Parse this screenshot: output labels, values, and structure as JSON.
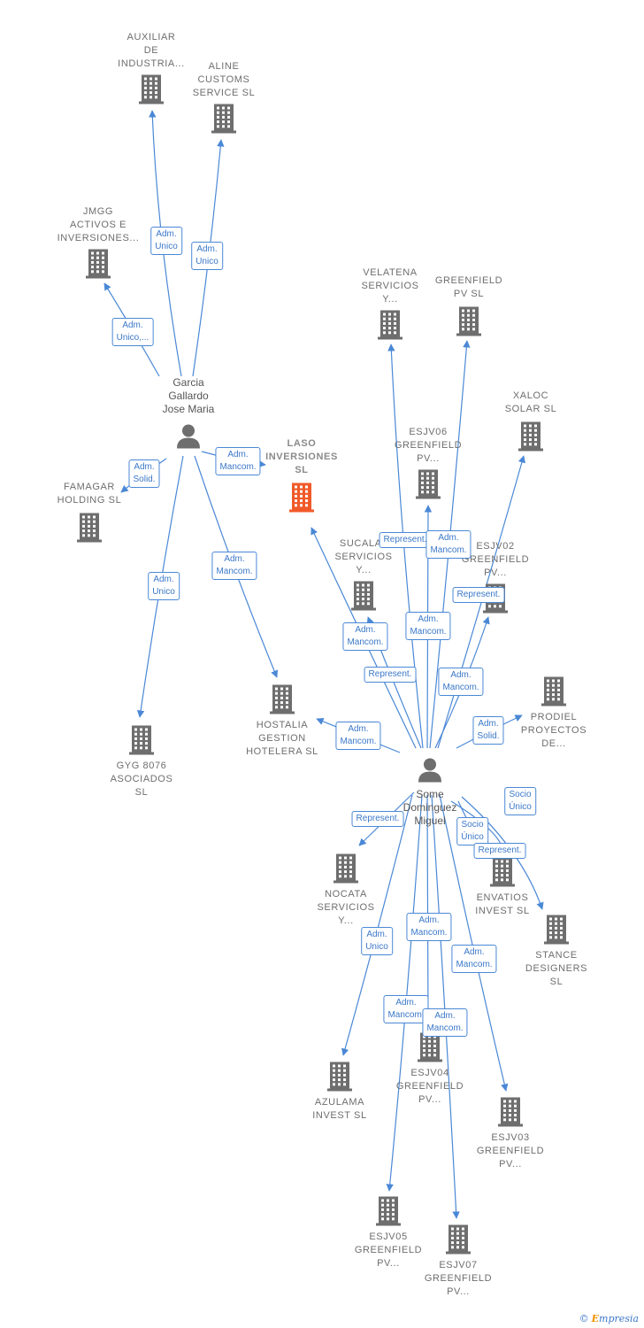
{
  "colors": {
    "edge": "#4a88d6",
    "building": "#6e6e6e",
    "focus_building": "#f05a28",
    "person": "#6e6e6e",
    "badge_text": "#3b78c8"
  },
  "persons": [
    {
      "id": "garcia",
      "label": "Garcia\nGallardo\nJose Maria"
    },
    {
      "id": "some",
      "label": "Some\nDominguez\nMiguel"
    }
  ],
  "companies": [
    {
      "id": "auxiliar",
      "label": "AUXILIAR\nDE\nINDUSTRIA..."
    },
    {
      "id": "aline",
      "label": "ALINE\nCUSTOMS\nSERVICE SL"
    },
    {
      "id": "jmgg",
      "label": "JMGG\nACTIVOS E\nINVERSIONES..."
    },
    {
      "id": "famagar",
      "label": "FAMAGAR\nHOLDING SL"
    },
    {
      "id": "laso",
      "label": "LASO\nINVERSIONES\nSL",
      "focus": true
    },
    {
      "id": "gyg",
      "label": "GYG 8076\nASOCIADOS\nSL"
    },
    {
      "id": "hostalia",
      "label": "HOSTALIA\nGESTION\nHOTELERA SL"
    },
    {
      "id": "velatena",
      "label": "VELATENA\nSERVICIOS\nY..."
    },
    {
      "id": "greenfield",
      "label": "GREENFIELD\nPV SL"
    },
    {
      "id": "xaloc",
      "label": "XALOC\nSOLAR SL"
    },
    {
      "id": "esjv06",
      "label": "ESJV06\nGREENFIELD\nPV..."
    },
    {
      "id": "sucalat",
      "label": "SUCALAT\nSERVICIOS\nY..."
    },
    {
      "id": "esjv02",
      "label": "ESJV02\nGREENFIELD\nPV..."
    },
    {
      "id": "prodiel",
      "label": "PRODIEL\nPROYECTOS\nDE..."
    },
    {
      "id": "nocata",
      "label": "NOCATA\nSERVICIOS\nY..."
    },
    {
      "id": "envatios",
      "label": "ENVATIOS\nINVEST SL"
    },
    {
      "id": "stance",
      "label": "STANCE\nDESIGNERS\nSL"
    },
    {
      "id": "azulama",
      "label": "AZULAMA\nINVEST SL"
    },
    {
      "id": "esjv04",
      "label": "ESJV04\nGREENFIELD\nPV..."
    },
    {
      "id": "esjv03",
      "label": "ESJV03\nGREENFIELD\nPV..."
    },
    {
      "id": "esjv05",
      "label": "ESJV05\nGREENFIELD\nPV..."
    },
    {
      "id": "esjv07",
      "label": "ESJV07\nGREENFIELD\nPV..."
    }
  ],
  "relations": [
    {
      "from": "garcia",
      "to": "auxiliar",
      "label": "Adm.\nUnico"
    },
    {
      "from": "garcia",
      "to": "aline",
      "label": "Adm.\nUnico"
    },
    {
      "from": "garcia",
      "to": "jmgg",
      "label": "Adm.\nUnico,..."
    },
    {
      "from": "garcia",
      "to": "famagar",
      "label": "Adm.\nSolid."
    },
    {
      "from": "garcia",
      "to": "laso",
      "label": "Adm.\nMancom."
    },
    {
      "from": "garcia",
      "to": "gyg",
      "label": "Adm.\nUnico"
    },
    {
      "from": "garcia",
      "to": "hostalia",
      "label": "Adm.\nMancom."
    },
    {
      "from": "some",
      "to": "velatena",
      "label": "Represent."
    },
    {
      "from": "some",
      "to": "greenfield",
      "label": "Adm.\nMancom."
    },
    {
      "from": "some",
      "to": "xaloc",
      "label": "Represent."
    },
    {
      "from": "some",
      "to": "esjv06",
      "label": "Adm.\nMancom."
    },
    {
      "from": "some",
      "to": "sucalat",
      "label": "Adm.\nMancom."
    },
    {
      "from": "some",
      "to": "laso",
      "label": "Represent."
    },
    {
      "from": "some",
      "to": "esjv02",
      "label": "Adm.\nMancom."
    },
    {
      "from": "some",
      "to": "hostalia",
      "label": "Adm.\nMancom."
    },
    {
      "from": "some",
      "to": "prodiel",
      "label": "Adm.\nSolid."
    },
    {
      "from": "some",
      "to": "nocata",
      "label": "Represent."
    },
    {
      "from": "some",
      "to": "envatios",
      "label": "Socio\nÚnico"
    },
    {
      "from": "some",
      "to": "stance",
      "label": "Socio\nÚnico"
    },
    {
      "from": "some",
      "to": "envatios",
      "label": "Represent."
    },
    {
      "from": "some",
      "to": "azulama",
      "label": "Adm.\nUnico"
    },
    {
      "from": "some",
      "to": "esjv04",
      "label": "Adm.\nMancom."
    },
    {
      "from": "some",
      "to": "esjv03",
      "label": "Adm.\nMancom."
    },
    {
      "from": "some",
      "to": "esjv05",
      "label": "Adm.\nMancom."
    },
    {
      "from": "some",
      "to": "esjv07",
      "label": "Adm.\nMancom."
    }
  ],
  "footer": {
    "copyright": "©",
    "brand_initial": "E",
    "brand_rest": "mpresia"
  }
}
